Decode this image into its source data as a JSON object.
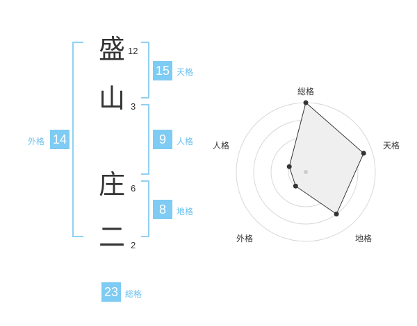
{
  "name": {
    "chars": [
      "盛",
      "山",
      "庄",
      "二"
    ],
    "strokes": [
      "12",
      "3",
      "6",
      "2"
    ]
  },
  "kakusu": {
    "tenkaku": {
      "label": "天格",
      "value": "15"
    },
    "jinkaku": {
      "label": "人格",
      "value": "9"
    },
    "chikaku": {
      "label": "地格",
      "value": "8"
    },
    "gaikaku": {
      "label": "外格",
      "value": "14"
    },
    "soukaku": {
      "label": "総格",
      "value": "23"
    }
  },
  "chart_data": {
    "type": "radar",
    "axes": [
      "総格",
      "天格",
      "地格",
      "外格",
      "人格"
    ],
    "levels": 4,
    "values": [
      4,
      3.5,
      3,
      1,
      1
    ]
  },
  "colors": {
    "accent": "#7ecbf4",
    "accent_text": "#6cc1ef",
    "text": "#333333"
  }
}
